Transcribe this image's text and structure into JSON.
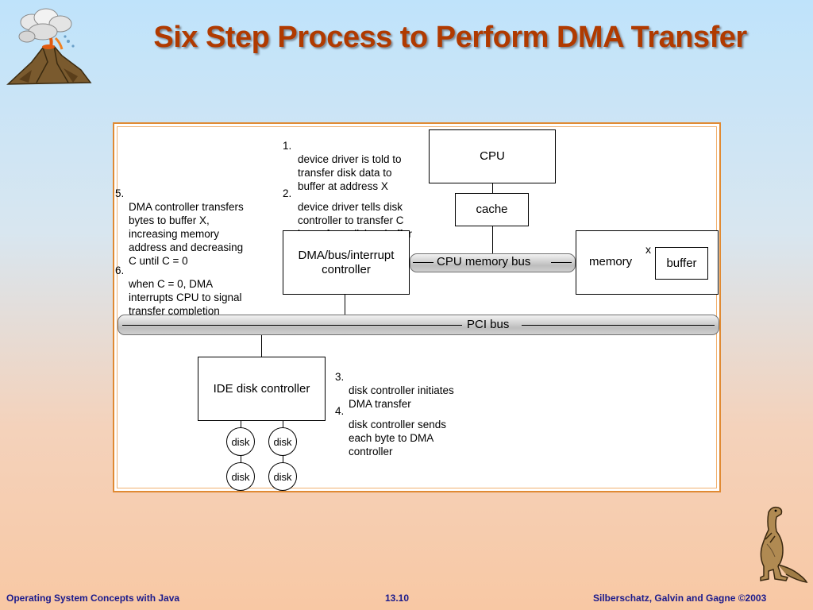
{
  "title": "Six Step Process to Perform DMA Transfer",
  "components": {
    "cpu": "CPU",
    "cache": "cache",
    "dma_controller": "DMA/bus/interrupt\ncontroller",
    "memory": "memory",
    "buffer": "buffer",
    "buffer_address": "x",
    "ide_controller": "IDE disk controller",
    "disk": "disk"
  },
  "buses": {
    "cpu_memory_bus": "CPU memory bus",
    "pci_bus": "PCI bus"
  },
  "steps": [
    {
      "num": "1.",
      "text": "device driver is told to\ntransfer disk data to\nbuffer at address X"
    },
    {
      "num": "2.",
      "text": "device driver tells disk\ncontroller to transfer C\nbytes from disk to buffer\nat address X"
    },
    {
      "num": "3.",
      "text": "disk controller initiates\nDMA transfer"
    },
    {
      "num": "4.",
      "text": "disk controller sends\neach byte to DMA\ncontroller"
    },
    {
      "num": "5.",
      "text": "DMA controller transfers\nbytes to buffer X,\nincreasing memory\naddress and decreasing\nC until C = 0"
    },
    {
      "num": "6.",
      "text": "when C = 0, DMA\ninterrupts CPU to signal\ntransfer completion"
    }
  ],
  "footer": {
    "left": "Operating System Concepts with Java",
    "center": "13.10",
    "right": "Silberschatz, Galvin and Gagne ©2003"
  },
  "colors": {
    "title": "#b03a00",
    "frame": "#e08a33",
    "footer": "#1b1a8c"
  }
}
